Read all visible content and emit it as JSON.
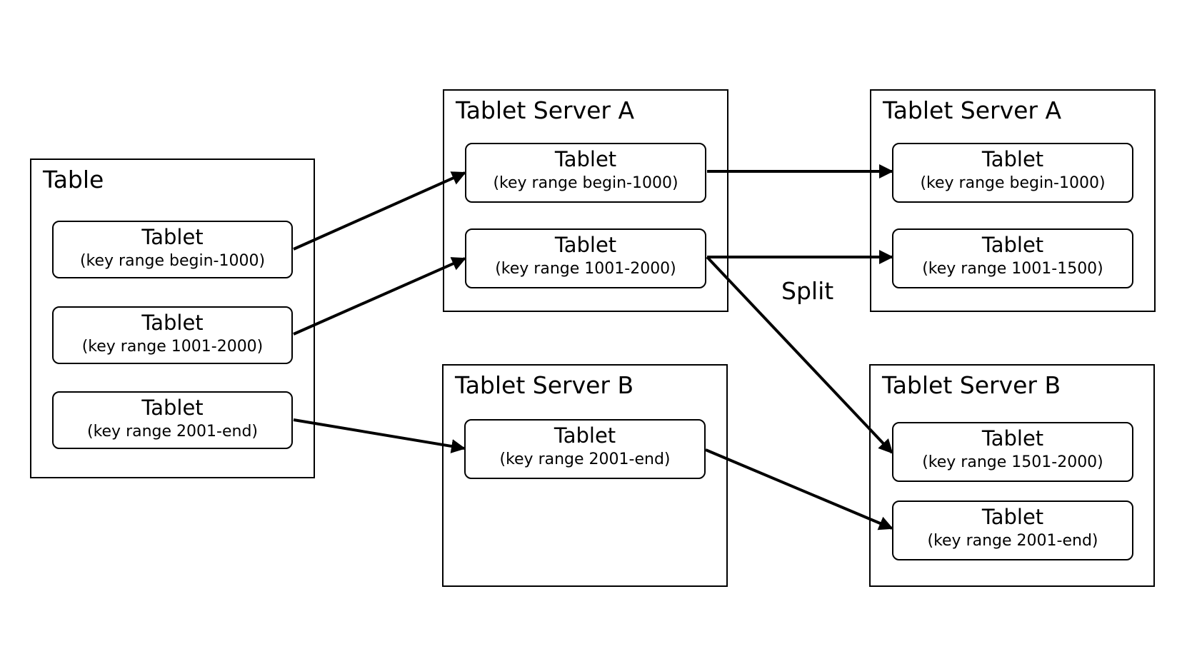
{
  "table": {
    "title": "Table",
    "tablets": [
      {
        "title": "Tablet",
        "range": "(key range begin-1000)"
      },
      {
        "title": "Tablet",
        "range": "(key range 1001-2000)"
      },
      {
        "title": "Tablet",
        "range": "(key range 2001-end)"
      }
    ]
  },
  "before": {
    "server_a": {
      "title": "Tablet Server A",
      "tablets": [
        {
          "title": "Tablet",
          "range": "(key range begin-1000)"
        },
        {
          "title": "Tablet",
          "range": "(key range 1001-2000)"
        }
      ]
    },
    "server_b": {
      "title": "Tablet Server B",
      "tablets": [
        {
          "title": "Tablet",
          "range": "(key range 2001-end)"
        }
      ]
    }
  },
  "after": {
    "server_a": {
      "title": "Tablet Server A",
      "tablets": [
        {
          "title": "Tablet",
          "range": "(key range begin-1000)"
        },
        {
          "title": "Tablet",
          "range": "(key range 1001-1500)"
        }
      ]
    },
    "server_b": {
      "title": "Tablet Server B",
      "tablets": [
        {
          "title": "Tablet",
          "range": "(key range 1501-2000)"
        },
        {
          "title": "Tablet",
          "range": "(key range 2001-end)"
        }
      ]
    }
  },
  "split_label": "Split",
  "colors": {
    "stroke": "#000000",
    "background": "#ffffff"
  }
}
